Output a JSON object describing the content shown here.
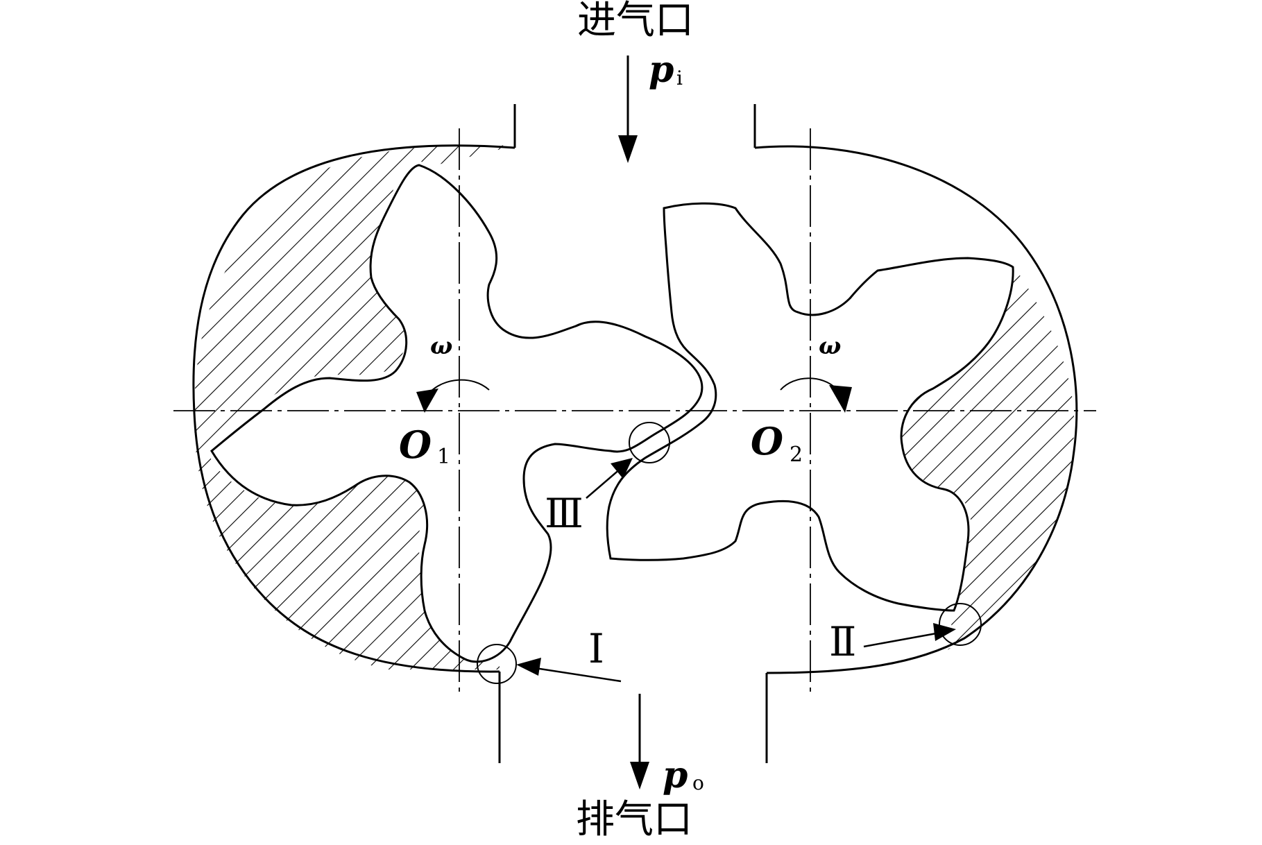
{
  "labels": {
    "inlet": "进气口",
    "outlet": "排气口",
    "p_in": "p",
    "p_in_sub": "i",
    "p_out": "p",
    "p_out_sub": "o",
    "omega_left": "ω",
    "omega_right": "ω",
    "o1": "O",
    "o1_sub": "1",
    "o2": "O",
    "o2_sub": "2",
    "point_1": "Ⅰ",
    "point_2": "Ⅱ",
    "point_3": "Ⅲ"
  },
  "colors": {
    "stroke": "#000000",
    "background": "#ffffff"
  }
}
